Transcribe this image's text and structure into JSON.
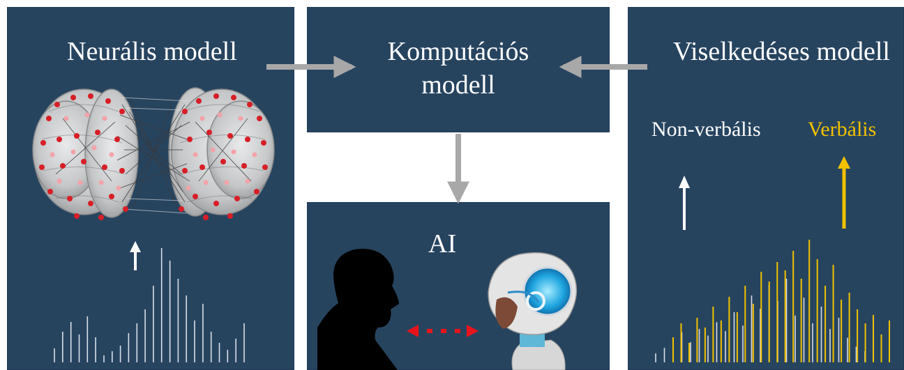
{
  "panels": {
    "neural": {
      "title": "Neurális modell"
    },
    "computational": {
      "title_line1": "Komputációs",
      "title_line2": "modell"
    },
    "behavioral": {
      "title": "Viselkedéses modell",
      "label_nonverbal": "Non-verbális",
      "label_verbal": "Verbális"
    },
    "ai": {
      "title": "AI"
    }
  },
  "colors": {
    "panel_bg": "#27445f",
    "connector_arrow": "#a8a8a8",
    "white": "#ffffff",
    "verbal_yellow": "#f2c200",
    "interaction_red": "#e8141c"
  },
  "spike_trains": {
    "neural_white": [
      0.1,
      0.22,
      0.29,
      0.2,
      0.33,
      0.18,
      0.05,
      0.08,
      0.12,
      0.21,
      0.28,
      0.38,
      0.55,
      0.82,
      0.73,
      0.6,
      0.48,
      0.3,
      0.42,
      0.22,
      0.14,
      0.09,
      0.17,
      0.28
    ],
    "behavioral_white": [
      0.08,
      0.13,
      0.2,
      0.27,
      0.18,
      0.3,
      0.24,
      0.36,
      0.28,
      0.45,
      0.33,
      0.6,
      0.48,
      0.7,
      0.55,
      0.75,
      0.42,
      0.58,
      0.35,
      0.5,
      0.3,
      0.4,
      0.22,
      0.14,
      0.1
    ],
    "behavioral_yellow": [
      0.18,
      0.28,
      0.14,
      0.32,
      0.25,
      0.4,
      0.3,
      0.47,
      0.36,
      0.55,
      0.42,
      0.65,
      0.58,
      0.72,
      0.66,
      0.8,
      0.6,
      0.88,
      0.74,
      0.55,
      0.7,
      0.45,
      0.5,
      0.38,
      0.28,
      0.34,
      0.2,
      0.3
    ]
  }
}
